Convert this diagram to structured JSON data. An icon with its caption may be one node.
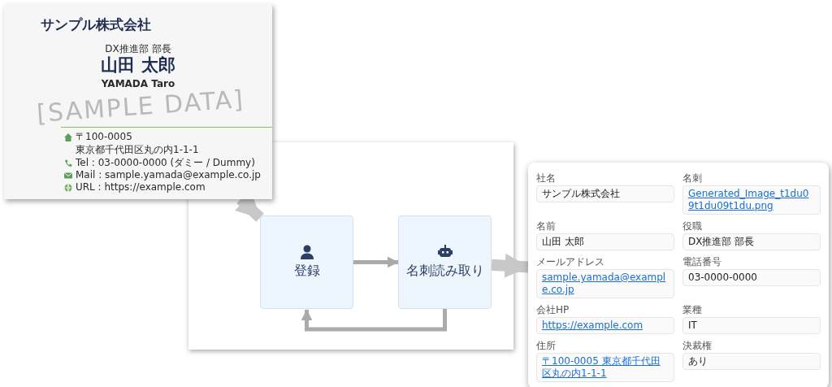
{
  "diagram": {
    "nodes": [
      {
        "text": [
          "サンプル株式会社",
          "DX推進部 部長",
          "山田 太郎",
          "YAMADA Taro",
          "〒100-0005 東京都千代田区丸の内1-1-1",
          "Tel : 03-0000-0000 (ダミー / Dummy)",
          "Mail : sample.yamada@example.co.jp",
          "URL : https://example.com",
          "[SAMPLE DATA]"
        ]
      },
      {
        "text": [
          "登録"
        ]
      },
      {
        "text": [
          "名刺読み取り"
        ]
      },
      {
        "text": [
          "社名",
          "サンプル株式会社",
          "名刺",
          "Generated_Image_t1du09t1du09t1du.png",
          "名前",
          "山田 太郎",
          "役職",
          "DX推進部 部長",
          "メールアドレス",
          "sample.yamada@example.co.jp",
          "電話番号",
          "03-0000-0000",
          "会社HP",
          "https://example.com",
          "業種",
          "IT",
          "住所",
          "〒100-0005 東京都千代田区丸の内1-1-1",
          "決裁権",
          "あり"
        ]
      }
    ],
    "edges": [
      {
        "from": 0,
        "to": 1,
        "arrow": "to",
        "style": "thick",
        "color": "#c8c8c8"
      },
      {
        "from": 1,
        "to": 2,
        "arrow": "to"
      },
      {
        "from": 2,
        "to": 1,
        "arrow": "to"
      },
      {
        "from": 2,
        "to": 3,
        "arrow": "to",
        "style": "thick",
        "color": "#c8c8c8"
      }
    ]
  }
}
